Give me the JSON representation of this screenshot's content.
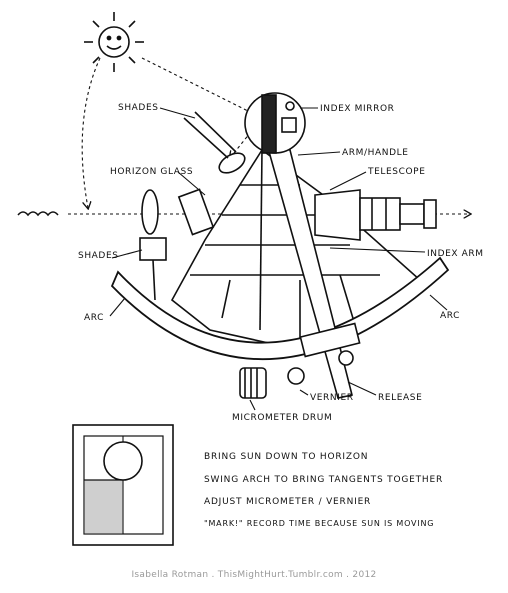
{
  "labels": {
    "shades_top": "Shades",
    "index_mirror": "Index Mirror",
    "horizon_glass": "Horizon Glass",
    "arm_handle": "Arm/Handle",
    "telescope": "Telescope",
    "shades_left": "Shades",
    "index_arm": "Index Arm",
    "arc_left": "Arc",
    "arc_right": "Arc",
    "vernier": "Vernier",
    "release": "Release",
    "micrometer_drum": "Micrometer Drum"
  },
  "instructions": [
    "Bring Sun Down to Horizon",
    "Swing Arch to Bring Tangents Together",
    "Adjust Micrometer / Vernier",
    "\"Mark!\" Record Time Because Sun is Moving"
  ],
  "credit": "Isabella Rotman . ThisMightHurt.Tumblr.com . 2012",
  "icons": {
    "sun": "sun-face-icon",
    "waves": "horizon-waves-icon"
  }
}
